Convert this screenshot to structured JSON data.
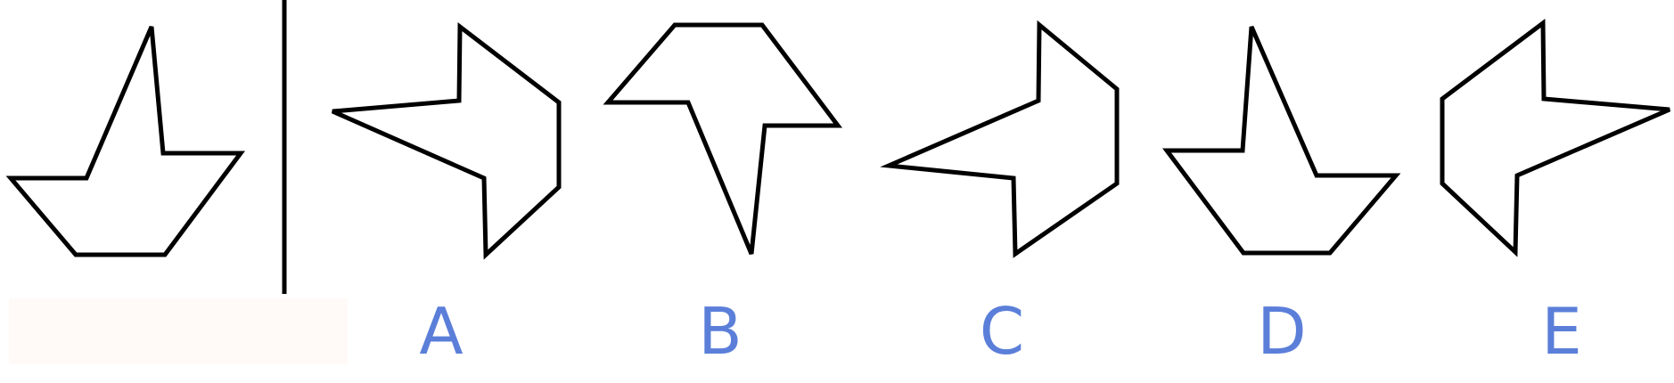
{
  "options": [
    {
      "label": "A"
    },
    {
      "label": "B"
    },
    {
      "label": "C"
    },
    {
      "label": "D"
    },
    {
      "label": "E"
    }
  ],
  "colors": {
    "stroke": "#000000",
    "label": "#5b7fd9",
    "background": "#ffffff"
  }
}
